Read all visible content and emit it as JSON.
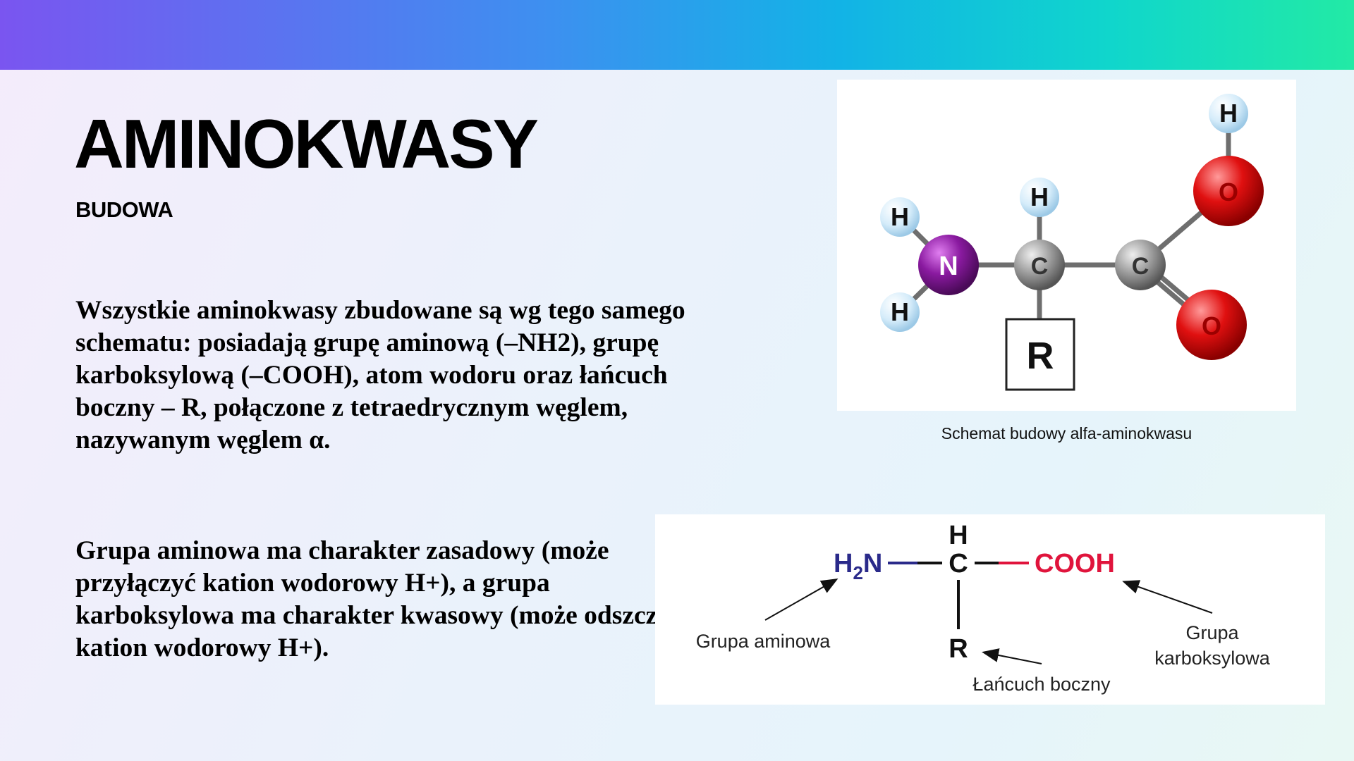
{
  "slide": {
    "title": "AMINOKWASY",
    "subtitle": "BUDOWA",
    "paragraph1": "Wszystkie aminokwasy zbudowane są wg tego samego schematu: posiadają grupę aminową (–NH2), grupę karboksylową (–COOH), atom wodoru oraz łańcuch boczny – R, połączone z tetraedrycznym węglem, nazywanym węglem α.",
    "paragraph2": "Grupa aminowa ma charakter zasadowy (może przyłączyć kation wodorowy H+), a grupa karboksylowa ma charakter kwasowy (może odszczepić kation wodorowy H+)."
  },
  "molecule": {
    "atoms": {
      "h": "H",
      "n": "N",
      "c": "C",
      "o": "O",
      "r": "R"
    },
    "caption": "Schemat budowy alfa-aminokwasu",
    "colors": {
      "hydrogen": "#cfe8f8",
      "nitrogen": "#8a1aa0",
      "carbon": "#8e8e8e",
      "oxygen": "#e01010"
    }
  },
  "formula": {
    "h2n_h": "H",
    "h2n_sub": "2",
    "h2n_n": "N",
    "top_h": "H",
    "center_c": "C",
    "cooh": "COOH",
    "r": "R",
    "label_amino": "Grupa aminowa",
    "label_side_chain": "Łańcuch boczny",
    "label_carboxyl_line1": "Grupa",
    "label_carboxyl_line2": "karboksylowa",
    "colors": {
      "amino": "#2a2a8a",
      "carboxyl": "#e0143c"
    }
  }
}
